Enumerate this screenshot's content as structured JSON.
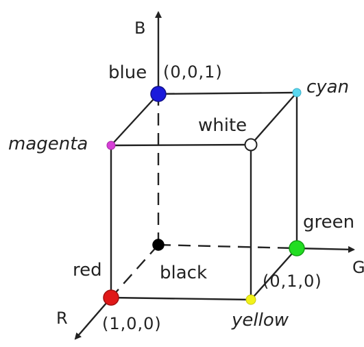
{
  "axes": {
    "b": "B",
    "g": "G",
    "r": "R"
  },
  "vertices": {
    "black": {
      "label": "black",
      "color": "#000000"
    },
    "blue": {
      "label": "blue",
      "color": "#1a1adb",
      "coord": "(0,0,1)"
    },
    "cyan": {
      "label": "cyan",
      "color": "#5ad8f0"
    },
    "magenta": {
      "label": "magenta",
      "color": "#d63fd6"
    },
    "white": {
      "label": "white",
      "color": "#ffffff"
    },
    "green": {
      "label": "green",
      "color": "#22dd22",
      "coord": "(0,1,0)"
    },
    "red": {
      "label": "red",
      "color": "#e01818",
      "coord": "(1,0,0)"
    },
    "yellow": {
      "label": "yellow",
      "color": "#f2f21a"
    }
  }
}
